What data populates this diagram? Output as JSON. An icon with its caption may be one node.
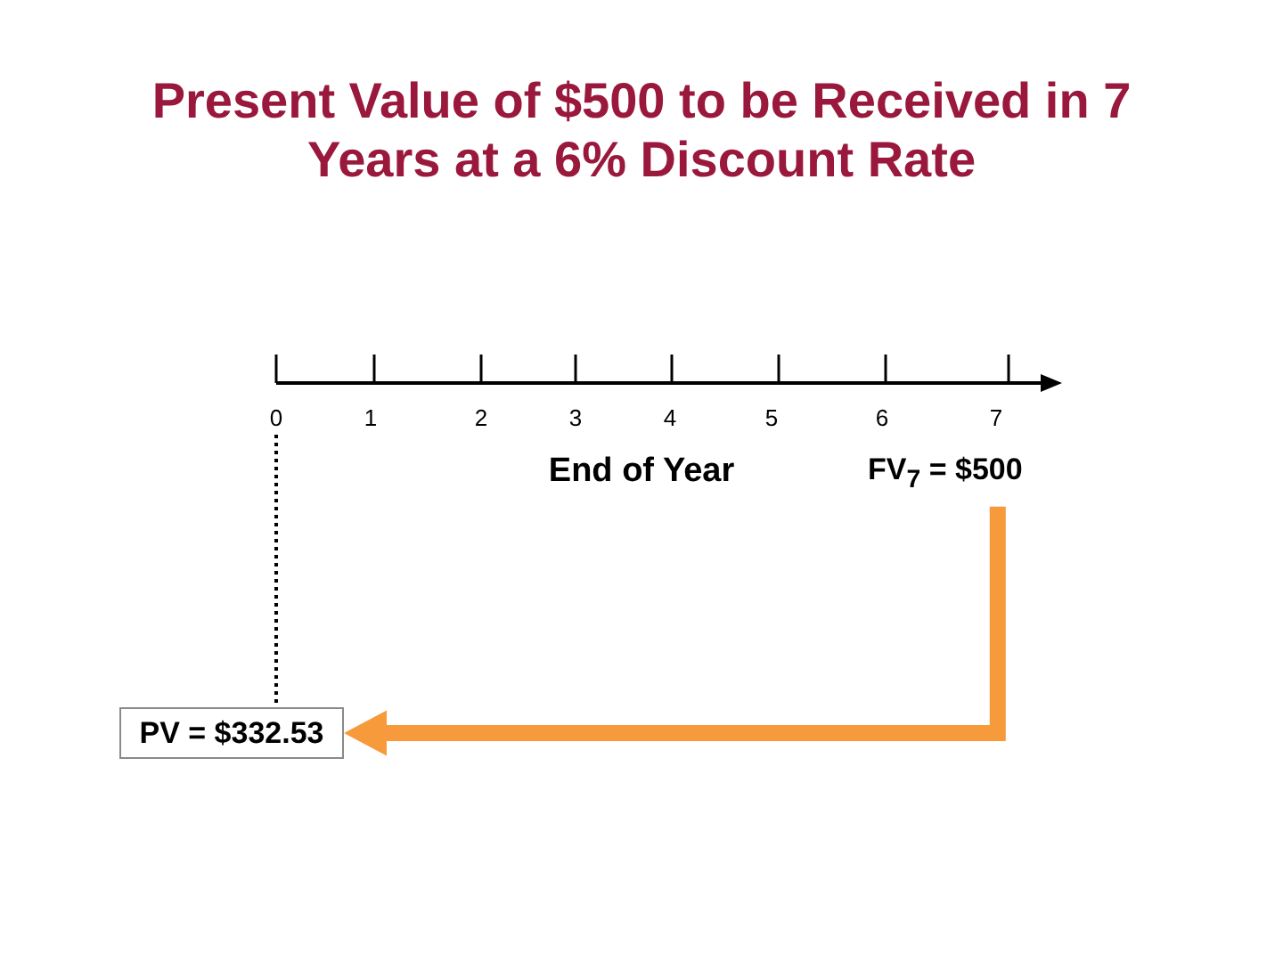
{
  "diagram": {
    "title": "Present Value of $500 to be Received in 7 Years at a 6% Discount Rate",
    "nodes": [
      {
        "text": [
          "0"
        ]
      },
      {
        "text": [
          "FV$_{7}$ = $500"
        ]
      },
      {
        "text": [
          "PV = $332.53"
        ]
      }
    ],
    "edges": [
      {
        "from": 1,
        "to": 2,
        "arrow": "to",
        "style": "thick",
        "color": "#f79a3c"
      },
      {
        "from": 0,
        "to": 2,
        "arrow": "none",
        "style": "dashed",
        "color": "#000000"
      }
    ],
    "labels": [
      "1",
      "2",
      "3",
      "4",
      "5",
      "6",
      "7",
      "End of Year"
    ]
  }
}
